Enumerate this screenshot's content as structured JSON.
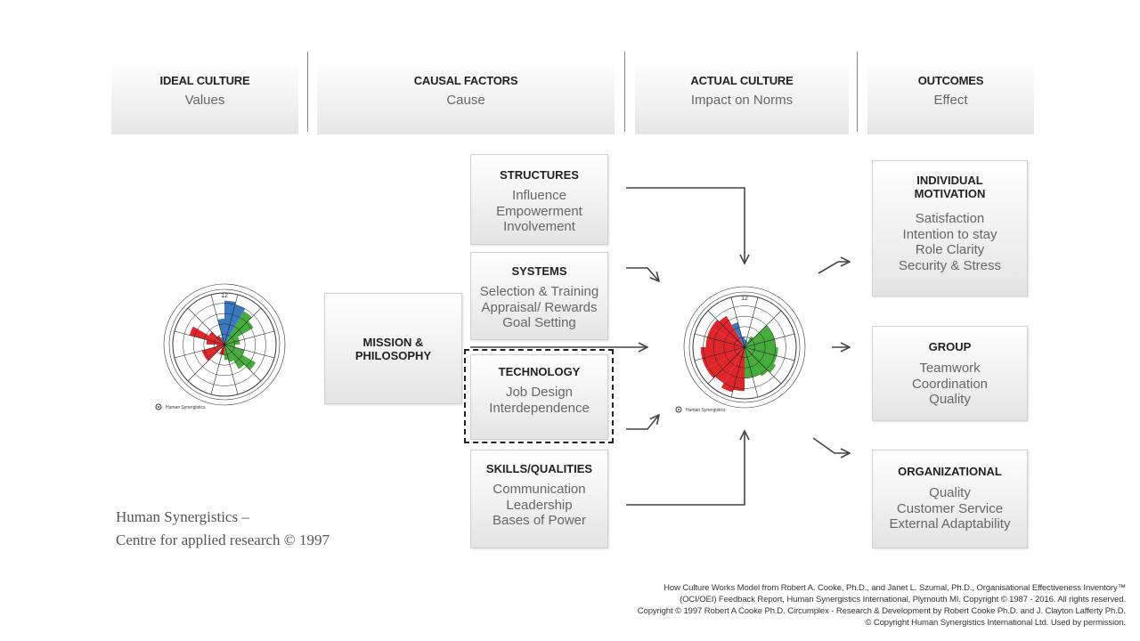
{
  "headers": [
    {
      "title": "IDEAL CULTURE",
      "subtitle": "Values"
    },
    {
      "title": "CAUSAL FACTORS",
      "subtitle": "Cause"
    },
    {
      "title": "ACTUAL CULTURE",
      "subtitle": "Impact on Norms"
    },
    {
      "title": "OUTCOMES",
      "subtitle": "Effect"
    }
  ],
  "causal_factors": [
    {
      "title": "STRUCTURES",
      "lines": [
        "Influence",
        "Empowerment",
        "Involvement"
      ]
    },
    {
      "title": "SYSTEMS",
      "lines": [
        "Selection & Training",
        "Appraisal/ Rewards",
        "Goal Setting"
      ]
    },
    {
      "title": "TECHNOLOGY",
      "lines": [
        "Job Design",
        "Interdependence"
      ]
    },
    {
      "title": "SKILLS/QUALITIES",
      "lines": [
        "Communication",
        "Leadership",
        "Bases of Power"
      ]
    }
  ],
  "mission": {
    "line1": "MISSION &",
    "line2": "PHILOSOPHY"
  },
  "outcomes": [
    {
      "title_line1": "INDIVIDUAL",
      "title_line2": "MOTIVATION",
      "lines": [
        "Satisfaction",
        "Intention to stay",
        "Role Clarity",
        "Security & Stress"
      ]
    },
    {
      "title": "GROUP",
      "lines": [
        "Teamwork",
        "Coordination",
        "Quality"
      ]
    },
    {
      "title": "ORGANIZATIONAL",
      "lines": [
        "Quality",
        "Customer Service",
        "External Adaptability"
      ]
    }
  ],
  "credit": {
    "line1": "Human Synergistics –",
    "line2": "Centre for applied research © 1997"
  },
  "footer": [
    "How Culture Works Model from Robert A. Cooke, Ph.D., and Janet L. Szumal, Ph.D., Organisational Effectiveness Inventory™",
    "(OCI/OEI) Feedback Report, Human Synergistics International, Plymouth MI. Copyright © 1987 - 2016. All rights reserved.",
    "Copyright © 1997 Robert A Cooke Ph.D. Circumplex - Research & Development by Robert Cooke Ph.D. and J. Clayton Lafferty Ph.D.",
    "© Copyright Human Synergistics International Ltd. Used by permission."
  ],
  "circumplex": {
    "top_label": "12",
    "brand": "Human Synergistics",
    "colors": {
      "blue": "#3a78c2",
      "green": "#46ac3c",
      "red": "#e0262b"
    },
    "ideal_levels": [
      0.85,
      0.8,
      0.75,
      0.65,
      0.3,
      0.3,
      0.2,
      0.4,
      0.7,
      0.55,
      0.35,
      0.3,
      0.2,
      0.2,
      0.1,
      0.45,
      0.45,
      0.15,
      0.35,
      0.7,
      0.35,
      0.2,
      0.15,
      0.5
    ],
    "actual_levels": [
      0.15,
      0.12,
      0.25,
      0.6,
      0.6,
      0.6,
      0.65,
      0.65,
      0.7,
      0.65,
      0.6,
      0.6,
      0.85,
      0.9,
      0.8,
      0.85,
      0.85,
      0.85,
      0.75,
      0.75,
      0.75,
      0.7,
      0.5,
      0.2
    ]
  }
}
